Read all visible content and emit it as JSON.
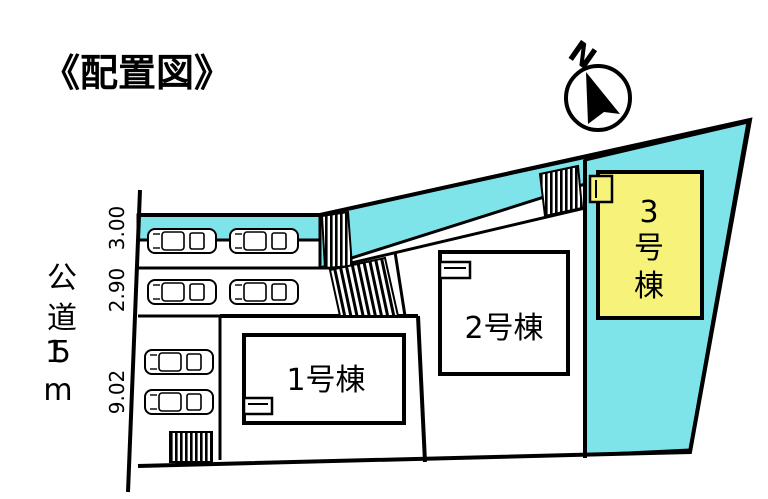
{
  "title": "《配置図》",
  "north_label": "N",
  "road": {
    "line1": "公",
    "line2": "道",
    "line3": "15",
    "line4": "m"
  },
  "dimensions": {
    "top": "3.00",
    "middle": "2.90",
    "bottom": "9.02"
  },
  "buildings": {
    "b1": "1号棟",
    "b2": "2号棟",
    "b3": {
      "line1": "3",
      "line2": "号",
      "line3": "棟"
    }
  },
  "colors": {
    "access": "#7fe3ea",
    "building3": "#f7f37a",
    "outline": "#000000",
    "parking": "#ffffff"
  }
}
